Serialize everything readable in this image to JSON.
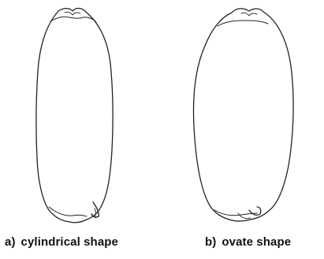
{
  "figure": {
    "panels": [
      {
        "marker": "a)",
        "label": "cylindrical shape"
      },
      {
        "marker": "b)",
        "label": "ovate shape"
      }
    ],
    "line_color": "#222222"
  }
}
